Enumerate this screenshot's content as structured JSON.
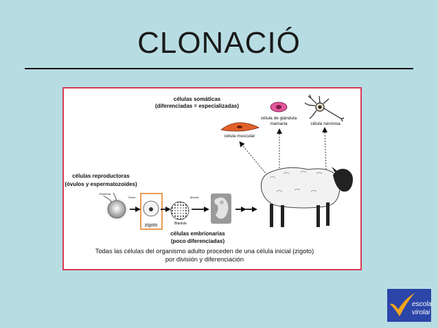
{
  "slide": {
    "title": "CLONACIÓ"
  },
  "figure": {
    "somatic": {
      "line1": "células somáticas",
      "line2": "(diferenciadas = especializadas)"
    },
    "cells": {
      "muscle": "célula muscular",
      "gland_line1": "célula de glándula",
      "gland_line2": "mamaria",
      "nerve": "célula nerviosa"
    },
    "reproductive": {
      "line1": "células reproductoras",
      "line2": "(óvulos y espermatozoides)"
    },
    "small_labels": {
      "sperm": "Esperma",
      "egg": "Óvulo",
      "morula": "Mórula",
      "blastula": "Blástula"
    },
    "zigoto": "zigoto",
    "embryonic": {
      "line1": "células embrionarias",
      "line2": "(poco diferenciadas)"
    },
    "caption": {
      "line1": "Todas las células del organismo adulto proceden de una célula inicial (zigoto)",
      "line2": "por división y diferenciación"
    },
    "colors": {
      "border": "#d63a55",
      "highlight": "#e07a1c",
      "muscle": "#e0602a",
      "gland": "#e2569a"
    }
  },
  "logo": {
    "line1": "escola",
    "line2": "virolai",
    "colors": {
      "bg": "#2c45a8",
      "check": "#f2a51c"
    }
  }
}
